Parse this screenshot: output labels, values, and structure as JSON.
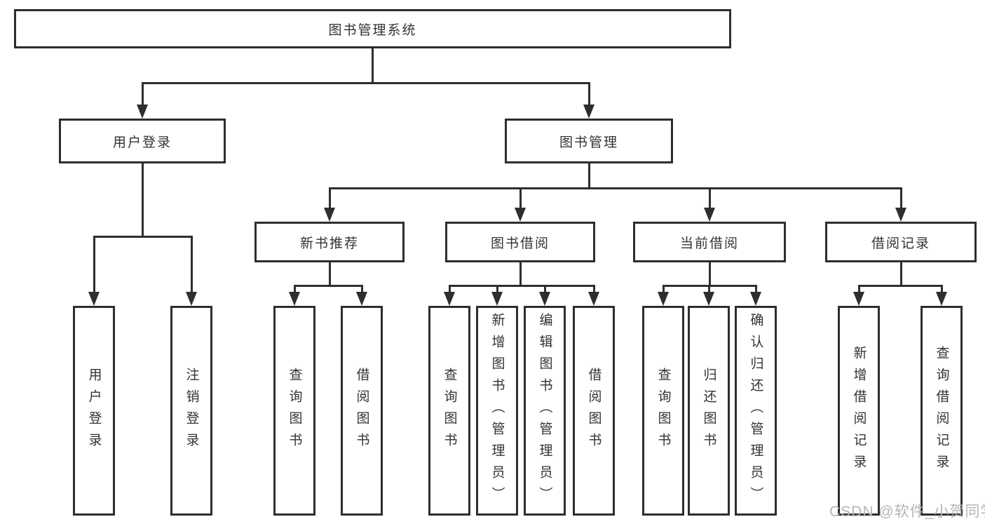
{
  "tree": {
    "root": {
      "label": "图书管理系统"
    },
    "branches": [
      {
        "label": "用户登录",
        "children": [
          {
            "label": "用户登录"
          },
          {
            "label": "注销登录"
          }
        ]
      },
      {
        "label": "图书管理",
        "children": [
          {
            "label": "新书推荐",
            "children": [
              {
                "label": "查询图书"
              },
              {
                "label": "借阅图书"
              }
            ]
          },
          {
            "label": "图书借阅",
            "children": [
              {
                "label": "查询图书"
              },
              {
                "label": "新增图书（管理员）"
              },
              {
                "label": "编辑图书（管理员）"
              },
              {
                "label": "借阅图书"
              }
            ]
          },
          {
            "label": "当前借阅",
            "children": [
              {
                "label": "查询图书"
              },
              {
                "label": "归还图书"
              },
              {
                "label": "确认归还（管理员）"
              }
            ]
          },
          {
            "label": "借阅记录",
            "children": [
              {
                "label": "新增借阅记录"
              },
              {
                "label": "查询借阅记录"
              }
            ]
          }
        ]
      }
    ]
  },
  "watermark": {
    "text": "CSDN @软件_小贺同学"
  },
  "colors": {
    "line": "#2e2e2e",
    "box_background": "#ffffff",
    "text": "#333333",
    "watermark": "#b5b5b5"
  }
}
